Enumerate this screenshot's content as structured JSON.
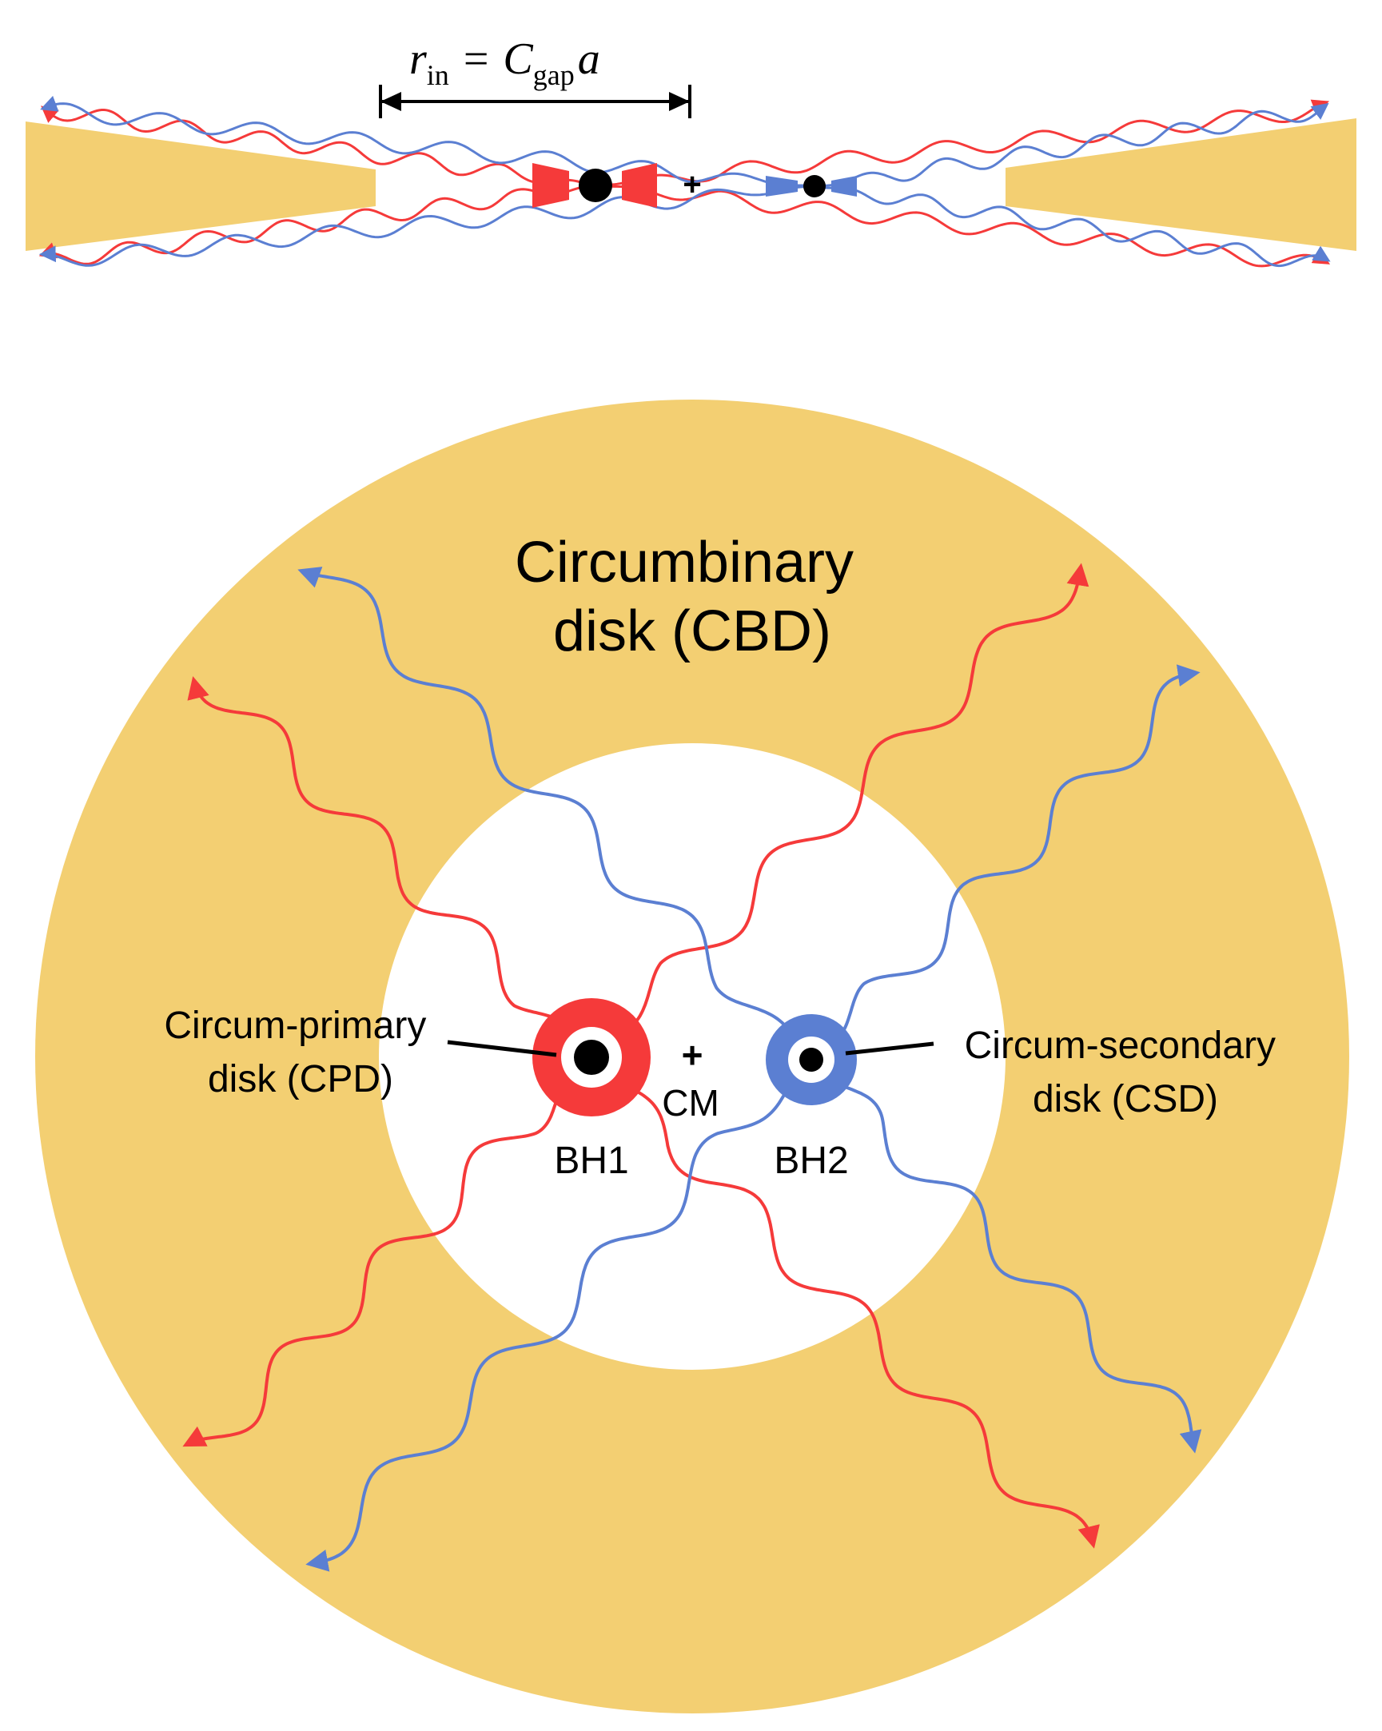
{
  "colors": {
    "disk": "#F3CF72",
    "primary": "#F53A3A",
    "secondary": "#5B7FD2",
    "black": "#000000",
    "white": "#ffffff"
  },
  "top_panel": {
    "gap_label": {
      "r": "r",
      "r_sub": "in",
      "equals": "=",
      "c": "C",
      "c_sub": "gap",
      "a": "a"
    },
    "com_marker": "+"
  },
  "main_panel": {
    "cbd_label_line1": "Circumbinary",
    "cbd_label_line2": "disk (CBD)",
    "cpd_label_line1": "Circum-primary",
    "cpd_label_line2": "disk (CPD)",
    "csd_label_line1": "Circum-secondary",
    "csd_label_line2": "disk (CSD)",
    "com_marker": "+",
    "com_label": "CM",
    "bh1_label": "BH1",
    "bh2_label": "BH2"
  }
}
